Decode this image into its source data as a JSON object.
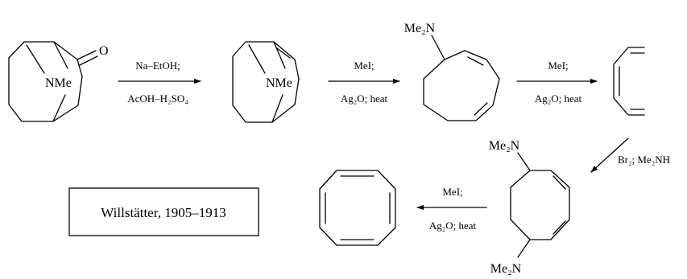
{
  "scheme": {
    "title_box": {
      "text": "Willstätter, 1905–1913"
    },
    "compounds": [
      {
        "id": "pseudopelletierine",
        "labels": {
          "n_group": "NMe",
          "carbonyl": "O"
        }
      },
      {
        "id": "bicyclic-alkene",
        "labels": {
          "n_group": "NMe"
        }
      },
      {
        "id": "dimethylamino-cyclooctadiene",
        "labels": {
          "amine": "Me₂N"
        }
      },
      {
        "id": "cyclooctatriene",
        "labels": {}
      },
      {
        "id": "bis-dimethylamino-cyclooctadiene",
        "labels": {
          "amine_top": "Me₂N",
          "amine_bottom": "Me₂N"
        }
      },
      {
        "id": "cyclooctatetraene",
        "labels": {}
      }
    ],
    "steps": [
      {
        "line1": "Na–EtOH;",
        "line2": "AcOH–H₂SO₄"
      },
      {
        "line1": "MeI;",
        "line2": "Ag₂O; heat"
      },
      {
        "line1": "MeI;",
        "line2": "Ag₂O; heat"
      },
      {
        "line1": "Br₂; Me₂NH"
      },
      {
        "line1": "MeI;",
        "line2": "Ag₂O; heat"
      }
    ]
  }
}
